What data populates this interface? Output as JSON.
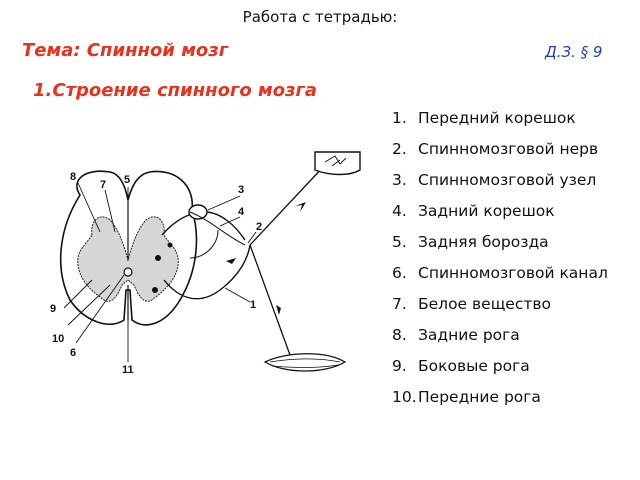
{
  "header": {
    "label": "Работа с тетрадью:"
  },
  "topic": "Тема: Спинной мозг",
  "homework": "Д.З. § 9",
  "section_title": "1.Строение спинного мозга",
  "diagram": {
    "labels": [
      "1",
      "2",
      "3",
      "4",
      "5",
      "6",
      "7",
      "8",
      "9",
      "10",
      "11"
    ]
  },
  "legend": {
    "items": [
      {
        "num": "1.",
        "text": "Передний корешок"
      },
      {
        "num": "2.",
        "text": "Спинномозговой нерв"
      },
      {
        "num": "3.",
        "text": "Спинномозговой узел"
      },
      {
        "num": "4.",
        "text": "Задний корешок"
      },
      {
        "num": "5.",
        "text": "Задняя борозда"
      },
      {
        "num": "6.",
        "text": "Спинномозговой канал"
      },
      {
        "num": "7.",
        "text": "Белое вещество"
      },
      {
        "num": "8.",
        "text": "Задние рога"
      },
      {
        "num": "9.",
        "text": "Боковые рога"
      },
      {
        "num": "10.",
        "text": "Передние рога"
      }
    ]
  }
}
